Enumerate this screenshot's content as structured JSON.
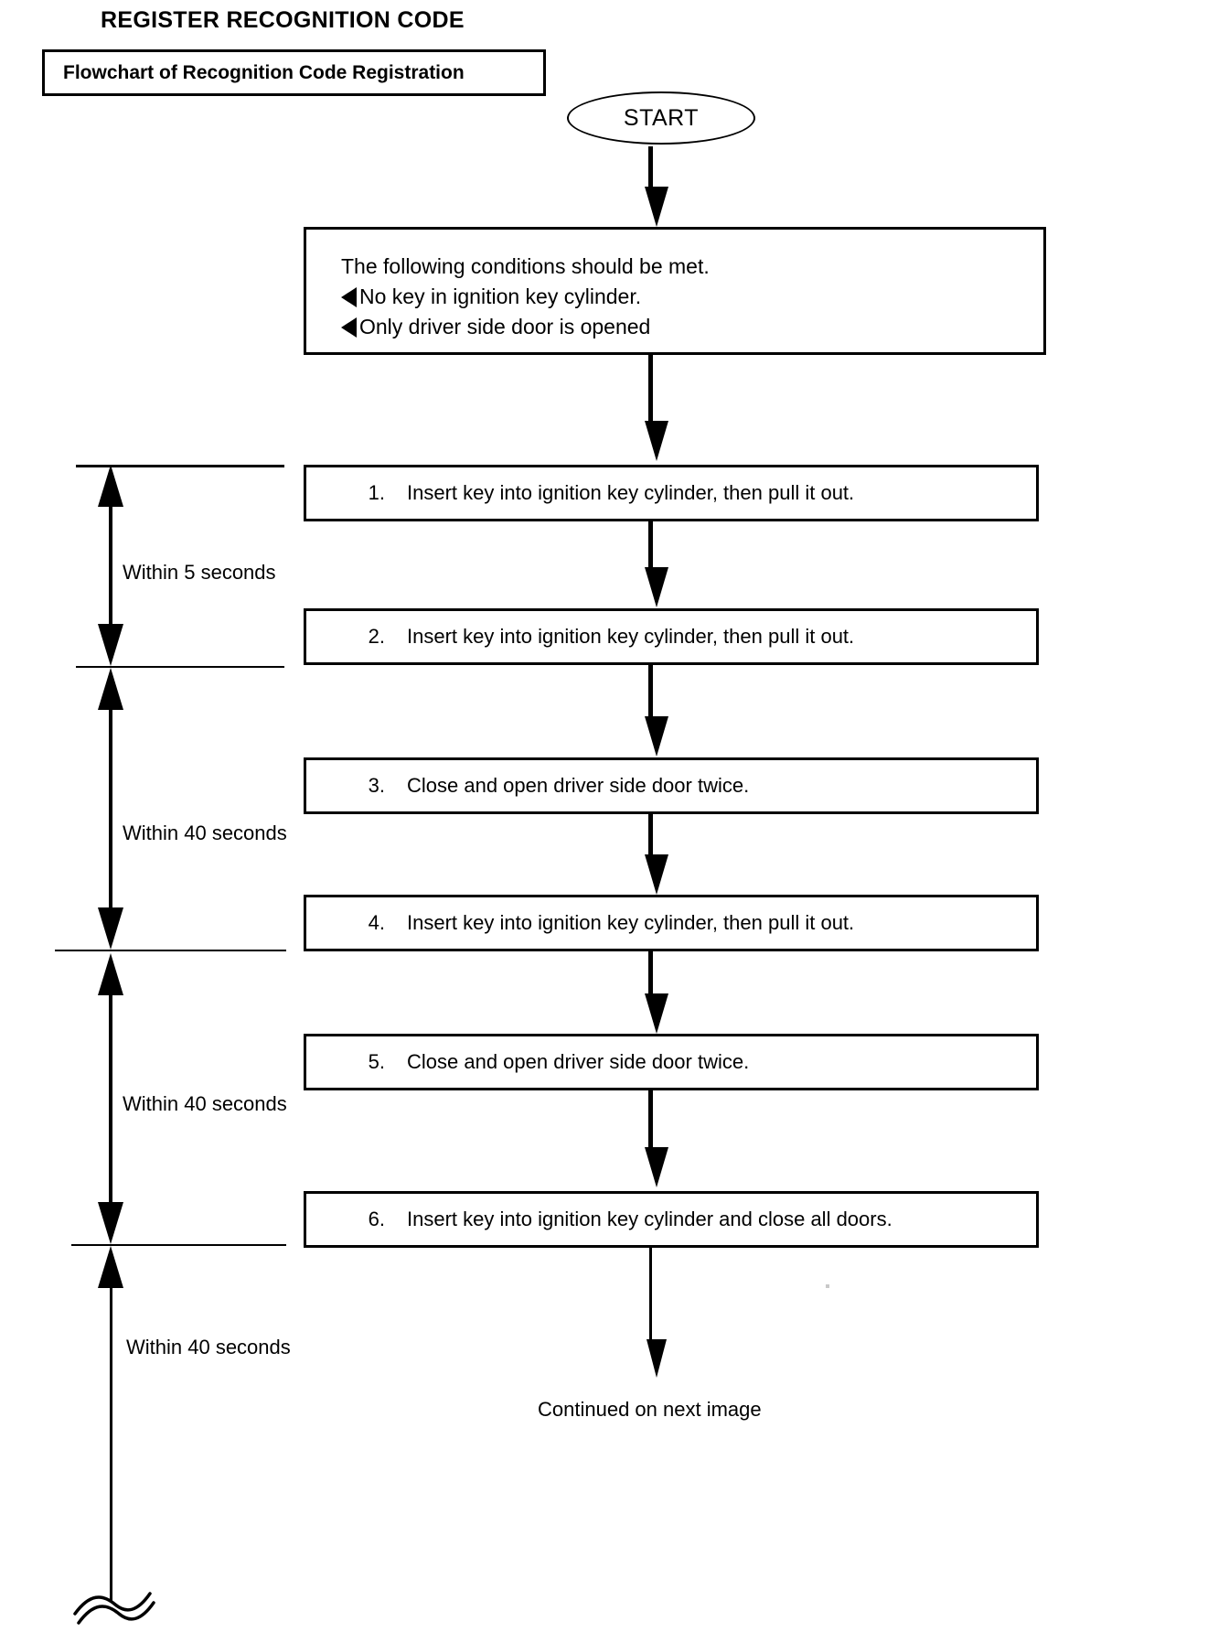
{
  "header": {
    "title": "REGISTER RECOGNITION CODE",
    "subtitle": "Flowchart of Recognition Code Registration"
  },
  "flow": {
    "start_label": "START",
    "conditions": {
      "intro": "The following conditions should be met.",
      "items": [
        "No key in ignition key cylinder.",
        "Only driver side door is opened"
      ]
    },
    "steps": [
      {
        "num": "1.",
        "text": "Insert key into ignition key cylinder, then pull it out."
      },
      {
        "num": "2.",
        "text": "Insert key into ignition key cylinder, then pull it out."
      },
      {
        "num": "3.",
        "text": "Close and open driver side door twice."
      },
      {
        "num": "4.",
        "text": "Insert key into ignition key cylinder, then pull it out."
      },
      {
        "num": "5.",
        "text": "Close and open driver side door twice."
      },
      {
        "num": "6.",
        "text": "Insert key into ignition key cylinder and close all doors."
      }
    ],
    "continued_label": "Continued on next image"
  },
  "timing": {
    "spans": [
      {
        "label": "Within 5 seconds"
      },
      {
        "label": "Within 40 seconds"
      },
      {
        "label": "Within 40 seconds"
      },
      {
        "label": "Within 40 seconds"
      }
    ]
  },
  "colors": {
    "ink": "#000000",
    "paper": "#ffffff"
  }
}
